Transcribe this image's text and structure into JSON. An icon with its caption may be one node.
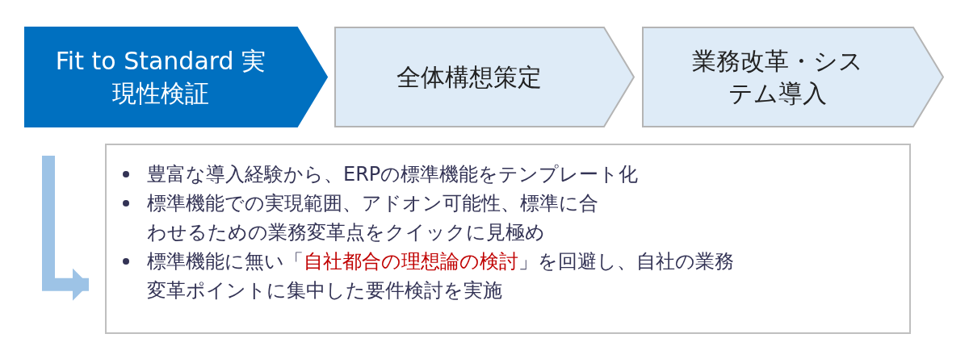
{
  "diagram": {
    "nodes": [
      {
        "text": [
          "Fit to Standard 実現性検証"
        ]
      },
      {
        "text": [
          "全体構想策定"
        ]
      },
      {
        "text": [
          "業務改革・システム導入"
        ]
      },
      {
        "text": [
          "豊富な導入経験から、ERPの標準機能をテンプレート化",
          "標準機能での実現範囲、アドオン可能性、標準に合わせるための業務変革点をクイックに見極め",
          "標準機能に無い「",
          "自社都合の理想論の検討",
          "」を回避し、自社の業務変革ポイントに集中した要件検討を実施"
        ]
      }
    ],
    "edges": [
      {
        "from": 0,
        "to": 3,
        "arrow": "to"
      }
    ]
  }
}
